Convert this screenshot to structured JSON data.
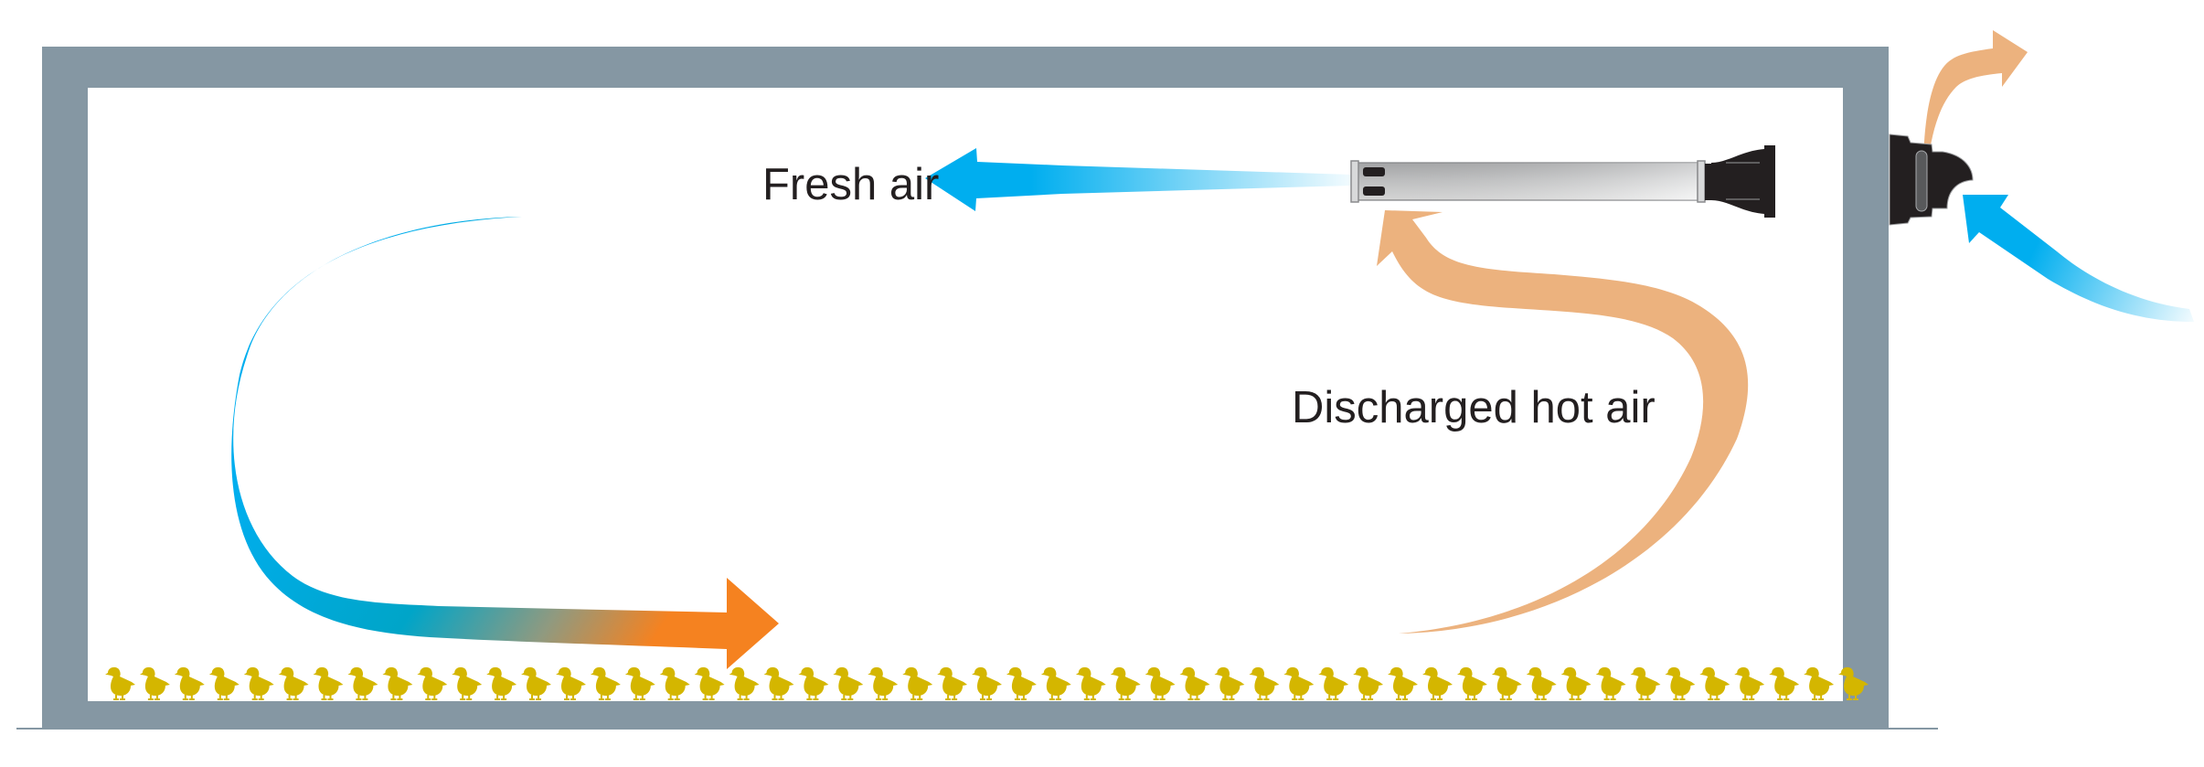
{
  "diagram": {
    "title": "Poultry house heat-recovery ventilation airflow",
    "labels": {
      "fresh_air": "Fresh air",
      "discharged_hot_air": "Discharged hot air"
    },
    "colors": {
      "wall": "#8597a3",
      "fresh_air_blue": "#00aeef",
      "warm_air_orange": "#f58220",
      "hot_air_tan": "#ecb27e",
      "unit_black": "#231f20",
      "chick_yellow": "#d4b600",
      "text": "#231f20"
    },
    "livestock": {
      "type": "chick",
      "count": 51
    },
    "flows": [
      {
        "id": "fresh-air-supply",
        "label_ref": "fresh_air",
        "direction": "into room from unit"
      },
      {
        "id": "recirculation",
        "direction": "down left wall, across floor over chicks",
        "color_from": "blue",
        "color_to": "orange"
      },
      {
        "id": "hot-air-return",
        "label_ref": "discharged_hot_air",
        "direction": "up right side into unit"
      },
      {
        "id": "outside-intake",
        "direction": "from outside into unit"
      },
      {
        "id": "outside-exhaust",
        "direction": "out of unit to outside"
      }
    ]
  }
}
